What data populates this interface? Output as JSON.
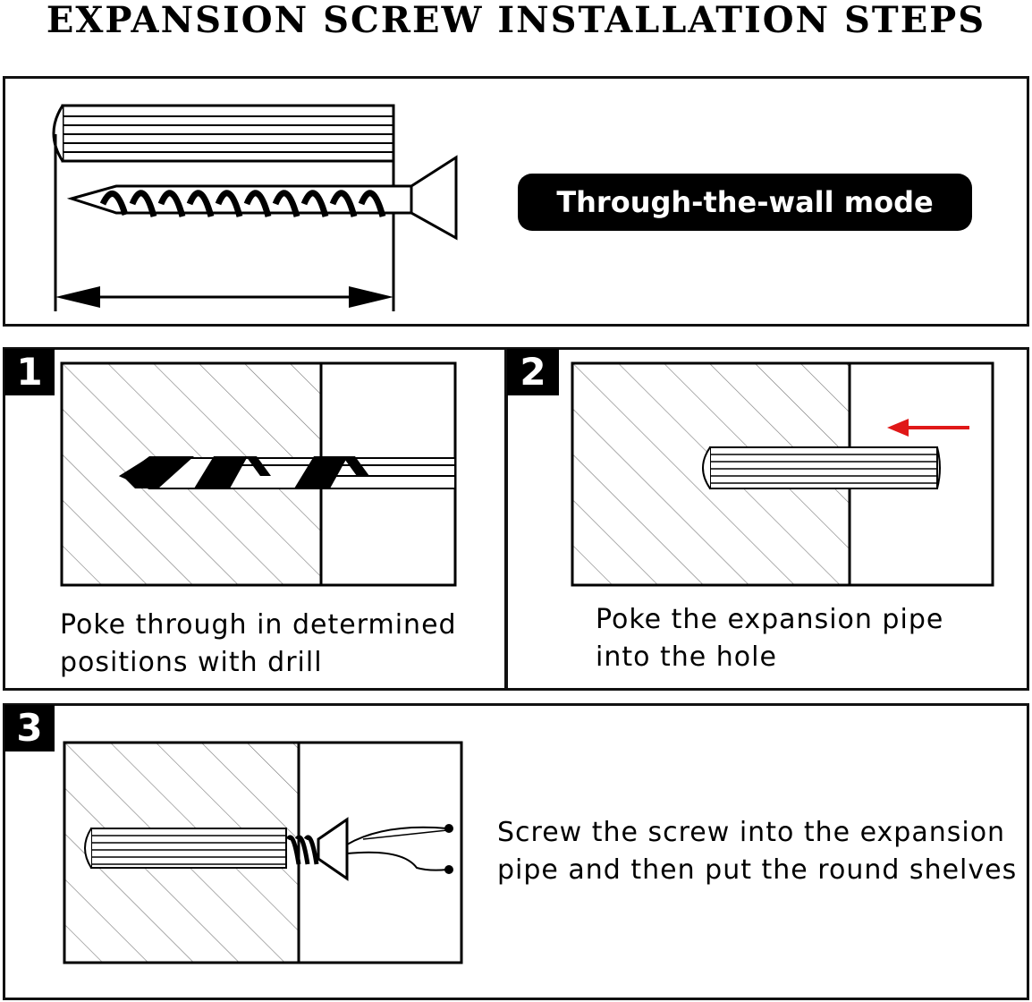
{
  "title": "EXPANSION SCREW INSTALLATION STEPS",
  "header_panel": {
    "mode_label": "Through-the-wall mode"
  },
  "steps": [
    {
      "number": "1",
      "caption_line1": "Poke through in determined",
      "caption_line2": "positions with drill"
    },
    {
      "number": "2",
      "caption_line1": "Poke the expansion pipe",
      "caption_line2": "into the hole"
    },
    {
      "number": "3",
      "caption_line1": "Screw the screw into the expansion",
      "caption_line2": "pipe and then put the round shelves"
    }
  ],
  "colors": {
    "arrow_red": "#e01818",
    "badge": "#000000"
  }
}
